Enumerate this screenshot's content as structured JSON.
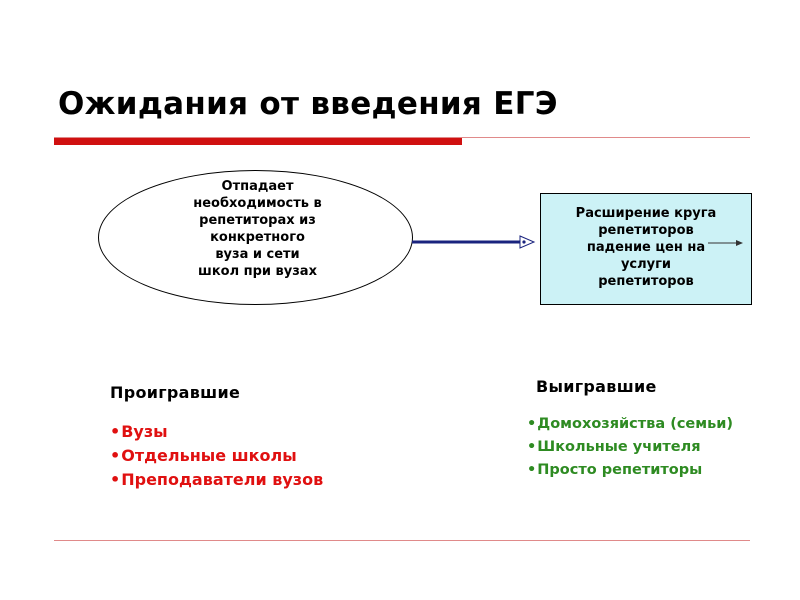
{
  "title": "Ожидания от введения ЕГЭ",
  "colors": {
    "accent_red": "#d01010",
    "divider_pink": "#e08a8a",
    "box_fill": "#ccf2f6",
    "arrow_blue": "#1a237e",
    "losers_text": "#e01010",
    "winners_text": "#2e8b22"
  },
  "ellipse_text": [
    "Отпадает",
    "необходимость в",
    "репетиторах из",
    "конкретного",
    "вуза и сети",
    "школ при вузах"
  ],
  "box_text": [
    "Расширение круга",
    "репетиторов",
    "падение цен на",
    "услуги",
    "репетиторов"
  ],
  "losers": {
    "heading": "Проигравшие",
    "bullet": "•",
    "items": [
      "Вузы",
      "Отдельные школы",
      "Преподаватели вузов"
    ]
  },
  "winners": {
    "heading": "Выигравшие",
    "bullet": "•",
    "items": [
      "Домохозяйства (семьи)",
      "Школьные учителя",
      "Просто репетиторы"
    ]
  }
}
